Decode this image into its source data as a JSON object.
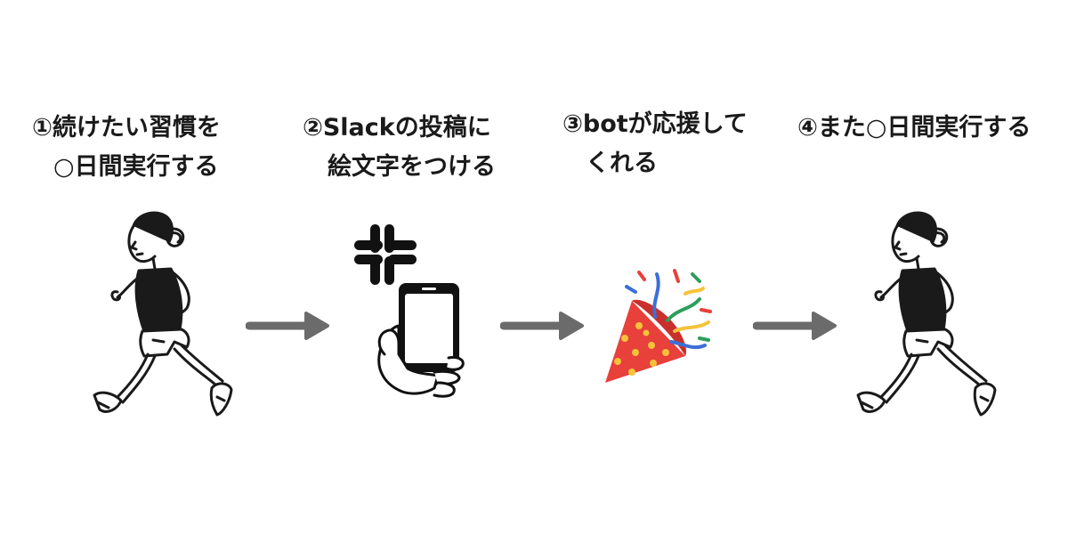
{
  "colors": {
    "ink": "#1a1a1a",
    "arrow": "#6b6b6b",
    "popper_cone": "#e8403a",
    "popper_dots": "#f5c23a",
    "slack_mark": "#111111"
  },
  "steps": [
    {
      "lines": [
        "①続けたい習慣を",
        "○日間実行する"
      ],
      "icon": "runner-icon"
    },
    {
      "lines": [
        "②Slackの投稿に",
        "絵文字をつける"
      ],
      "icon": "slack-phone-icon"
    },
    {
      "lines": [
        "③botが応援して",
        "くれる"
      ],
      "icon": "party-popper-icon"
    },
    {
      "lines": [
        "④また○日間実行する"
      ],
      "icon": "runner-icon"
    }
  ]
}
